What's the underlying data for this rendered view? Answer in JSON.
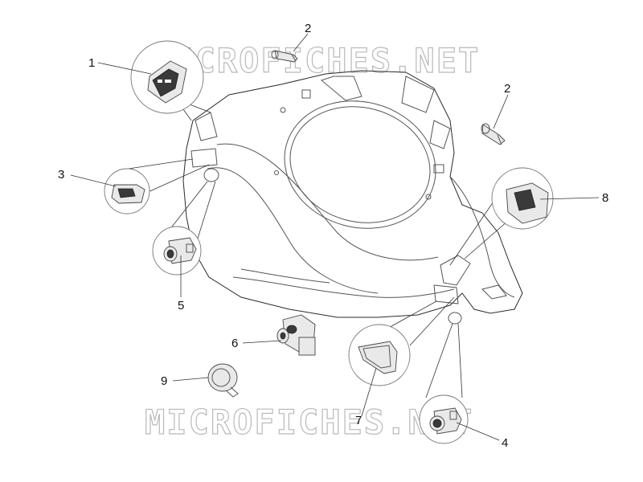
{
  "watermark": {
    "top": "MICROFICHES.NET",
    "bottom": "MICROFICHES.NET"
  },
  "callouts": {
    "c1": "1",
    "c2a": "2",
    "c2b": "2",
    "c3": "3",
    "c4": "4",
    "c5": "5",
    "c6": "6",
    "c7": "7",
    "c8": "8",
    "c9": "9"
  },
  "colors": {
    "line": "#555555",
    "watermark": "#b9b9b9",
    "text": "#111111"
  }
}
